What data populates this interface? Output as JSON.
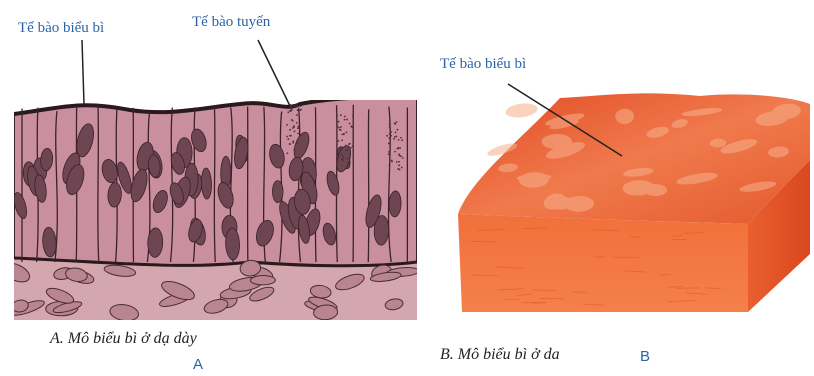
{
  "panel_a": {
    "label_epithelial": "Tế bào biểu bì",
    "label_glandular": "Tế bào tuyến",
    "caption": "A. Mô biểu bì ở dạ dày",
    "letter": "A"
  },
  "panel_b": {
    "label_epithelial": "Tế bào biểu bì",
    "caption": "B. Mô biểu bì ở da",
    "letter": "B"
  },
  "colors": {
    "label_blue": "#2b63a8",
    "tissue_pink": "#c98f9f",
    "nucleus": "#6e4552",
    "skin_top": "#ea5a2c",
    "skin_side": "#f36c37"
  }
}
